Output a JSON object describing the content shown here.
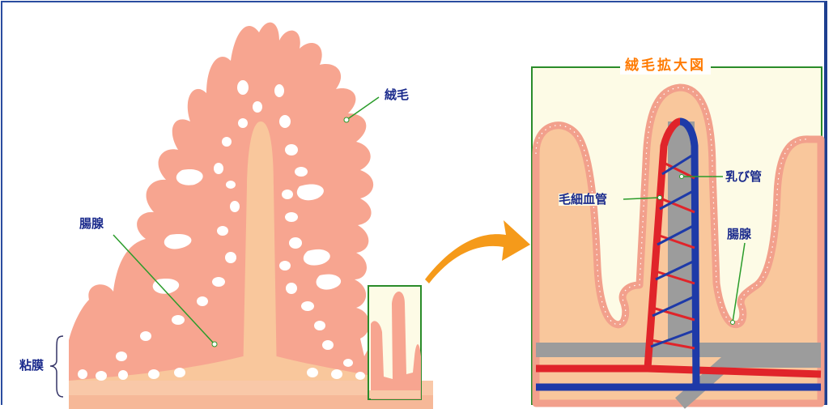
{
  "labels": {
    "villus": "絨毛",
    "gland": "腸腺",
    "mucosa": "粘膜"
  },
  "magnified": {
    "title": "絨毛拡大図",
    "capillary": "毛細血管",
    "lacteal": "乳び管",
    "gland": "腸腺"
  },
  "colors": {
    "villus": "#f7a590",
    "core": "#f9c79c",
    "background": "#fdfbe6",
    "frame": "#2a8c2a",
    "artery": "#e0242a",
    "vein": "#1e3aa8",
    "lymph": "#999999",
    "arrow": "#f59a1a",
    "label": "#1a2a8c",
    "title": "#ff7a00"
  }
}
